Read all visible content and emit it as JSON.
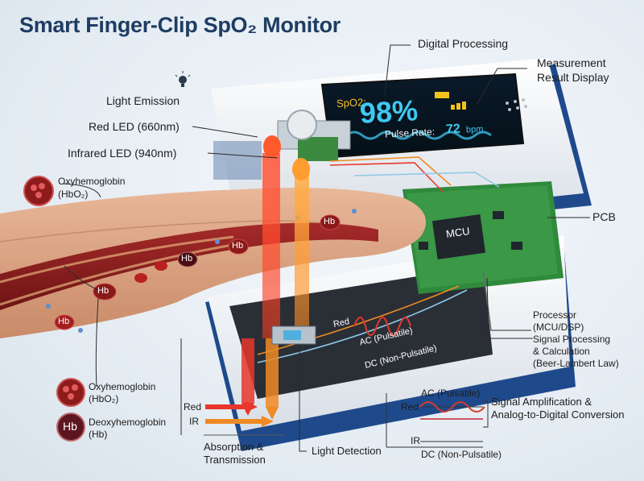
{
  "title": "Smart Finger-Clip SpO₂ Monitor",
  "labels": {
    "digital_processing": "Digital Processing",
    "measurement_display_1": "Measurement",
    "measurement_display_2": "Result Display",
    "light_emission": "Light Emission",
    "red_led": "Red LED (660nm)",
    "ir_led": "Infrared LED (940nm)",
    "pcb": "PCB",
    "processor_1": "Processor",
    "processor_2": "(MCU/DSP)",
    "processor_3": "Signal Processing",
    "processor_4": "& Calculation",
    "processor_5": "(Beer-Lambert Law)",
    "light_detection": "Light Detection",
    "absorption_1": "Absorption &",
    "absorption_2": "Transmission",
    "amplification_1": "Signal Amplification &",
    "amplification_2": "Analog-to-Digital Conversion",
    "oxy_top_1": "Oxyhemoglobin",
    "oxy_top_2": "(HbO₂)",
    "oxy_bottom_1": "Oxyhemoglobin",
    "oxy_bottom_2": "(HbO₂)",
    "deoxy_1": "Deoxyhemoglobin",
    "deoxy_2": "(Hb)",
    "hb": "Hb",
    "mcu": "MCU"
  },
  "screen": {
    "spo2_label": "SpO2:",
    "spo2_value": "98%",
    "pulse_label": "Pulse Rate:",
    "pulse_value": "72",
    "pulse_unit": "bpm"
  },
  "signal_labels": {
    "red": "Red",
    "ac": "AC (Pulsatile)",
    "dc": "DC (Non-Pulsatile)",
    "ir": "IR"
  },
  "legend_small": {
    "red": "Red",
    "ir": "IR",
    "ac": "AC (Pulsatile)",
    "dc": "DC (Non-Pulsatile)"
  },
  "colors": {
    "title": "#1f3d63",
    "device_blue": "#1e4a8c",
    "red_light": "#e8362a",
    "ir_light": "#f08a24",
    "screen_cyan": "#3fc8f0",
    "pcb_green": "#2f8a3c"
  }
}
